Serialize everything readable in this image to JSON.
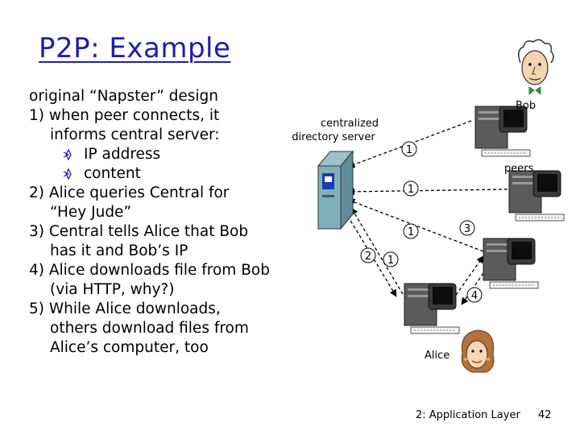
{
  "slide": {
    "title": "P2P: Example",
    "body": {
      "line1": "original “Napster” design",
      "step1_a": "1) when peer connects, it",
      "step1_b": "informs central server:",
      "sub1": "IP address",
      "sub2": "content",
      "step2_a": "2) Alice queries Central for",
      "step2_b": "“Hey Jude”",
      "step3_a": "3) Central tells Alice that Bob",
      "step3_b": "has it and Bob’s IP",
      "step4_a": "4) Alice downloads file from Bob",
      "step4_b": "(via HTTP, why?)",
      "step5_a": "5) While Alice downloads,",
      "step5_b": "others download files from",
      "step5_c": "Alice’s computer, too"
    },
    "diagram": {
      "server_label_1": "centralized",
      "server_label_2": "directory server",
      "bob_label": "Bob",
      "peers_label": "peers",
      "alice_label": "Alice",
      "arrow_labels": {
        "bob_to_server": "1",
        "peer2_to_server": "1",
        "peer3_to_server": "1",
        "alice_to_server": "1",
        "server_to_alice": "2",
        "alice_to_peer3": "3",
        "peer3_to_alice": "4"
      }
    },
    "footer": {
      "chapter": "2: Application Layer",
      "page": "42"
    }
  }
}
